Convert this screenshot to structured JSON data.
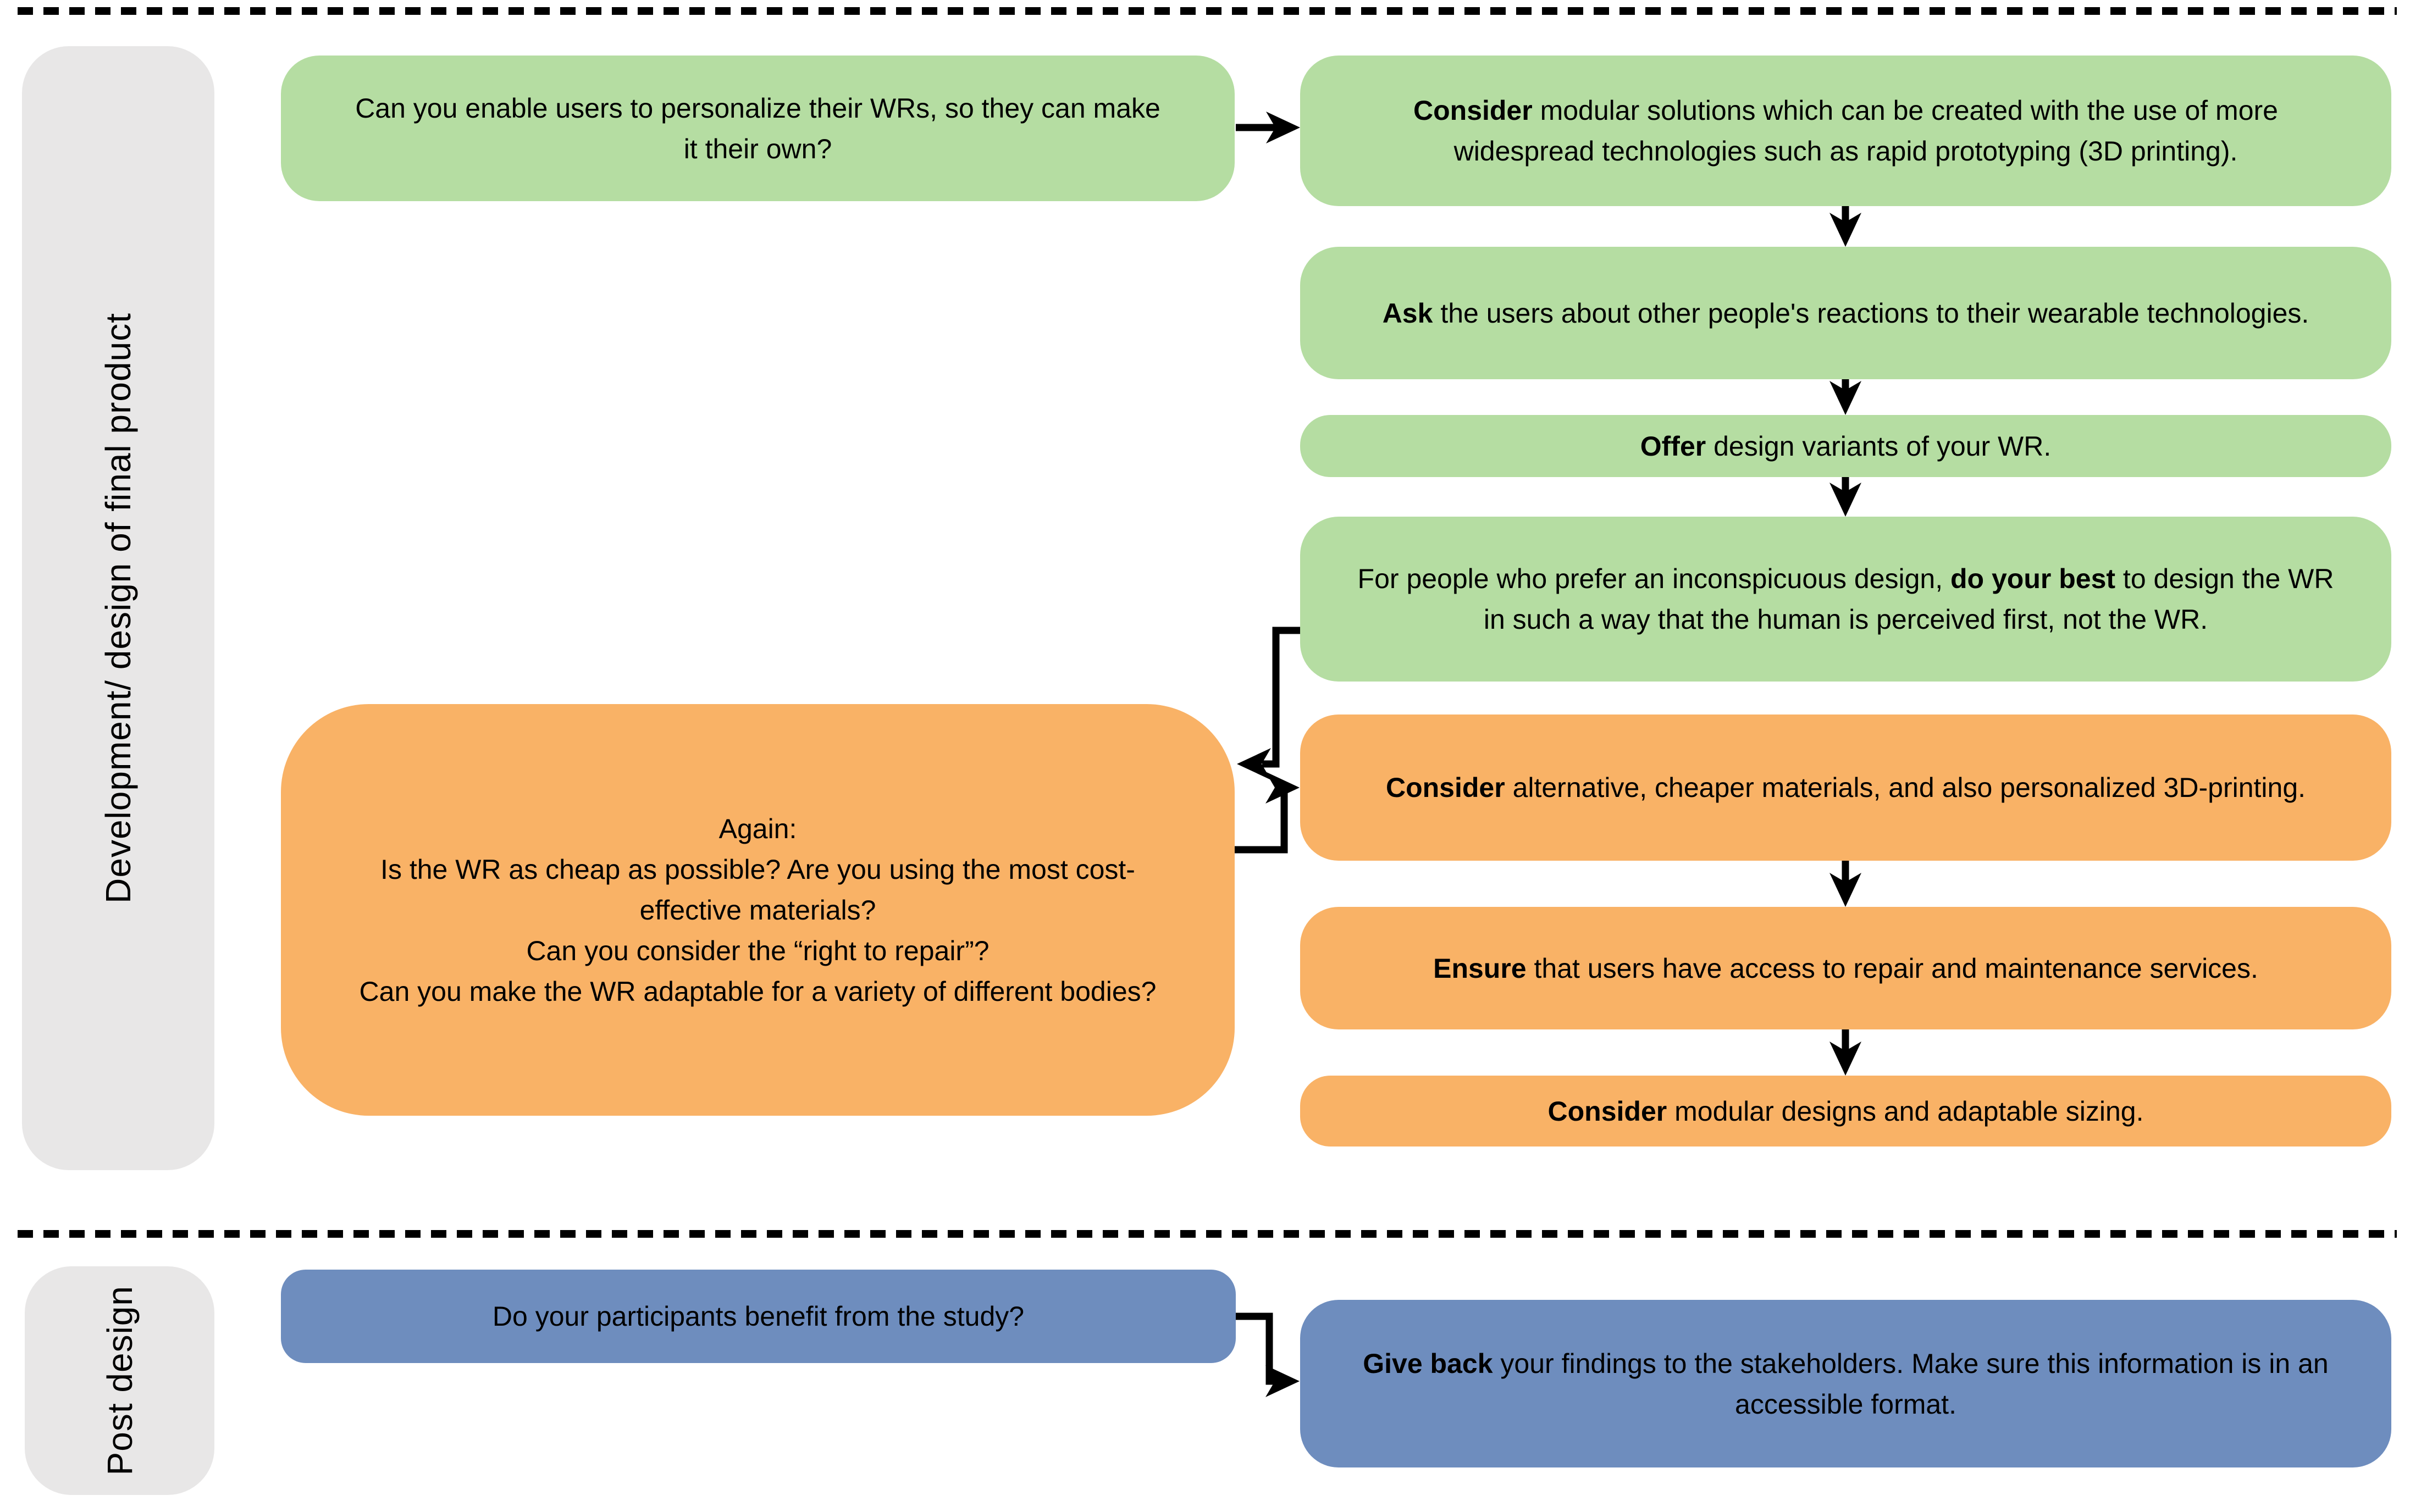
{
  "diagram": {
    "sections": {
      "development": {
        "label": "Development/ design of final product"
      },
      "post": {
        "label": "Post design"
      }
    },
    "boxes": {
      "a1": {
        "text": "Can you enable users to personalize their WRs, so they can make it their own?"
      },
      "b1": {
        "bold": "Consider",
        "rest": " modular solutions which can be created with the use of more widespread technologies such as rapid prototyping (3D printing)."
      },
      "b2": {
        "bold": "Ask",
        "rest": " the users about other people's reactions to their wearable technologies."
      },
      "b3": {
        "bold": "Offer",
        "rest": " design variants of your WR."
      },
      "b4": {
        "pre": "For people who prefer an inconspicuous design, ",
        "bold": "do your best",
        "post": " to design the WR in such a way that the human is perceived first, not the WR."
      },
      "a2": {
        "line1": "Again:",
        "line2": "Is the WR as cheap as possible? Are you using the most cost-effective materials?",
        "line3": "Can you consider the “right to repair”?",
        "line4": "Can you make the WR adaptable for a variety of different bodies?"
      },
      "b5": {
        "bold": "Consider",
        "rest": " alternative, cheaper materials, and also personalized 3D-printing."
      },
      "b6": {
        "bold": "Ensure",
        "rest": " that users have access to repair and maintenance services."
      },
      "b7": {
        "bold": "Consider",
        "rest": " modular designs and adaptable sizing."
      },
      "a3": {
        "text": "Do your participants benefit from the study?"
      },
      "b8": {
        "bold": "Give back",
        "rest": " your findings to the stakeholders. Make sure this information is in an accessible format."
      }
    },
    "colors": {
      "green": "#b5dda2",
      "orange": "#f9b266",
      "blue": "#6e8dbe",
      "gray": "#e8e7e7",
      "arrow": "#000000"
    }
  }
}
